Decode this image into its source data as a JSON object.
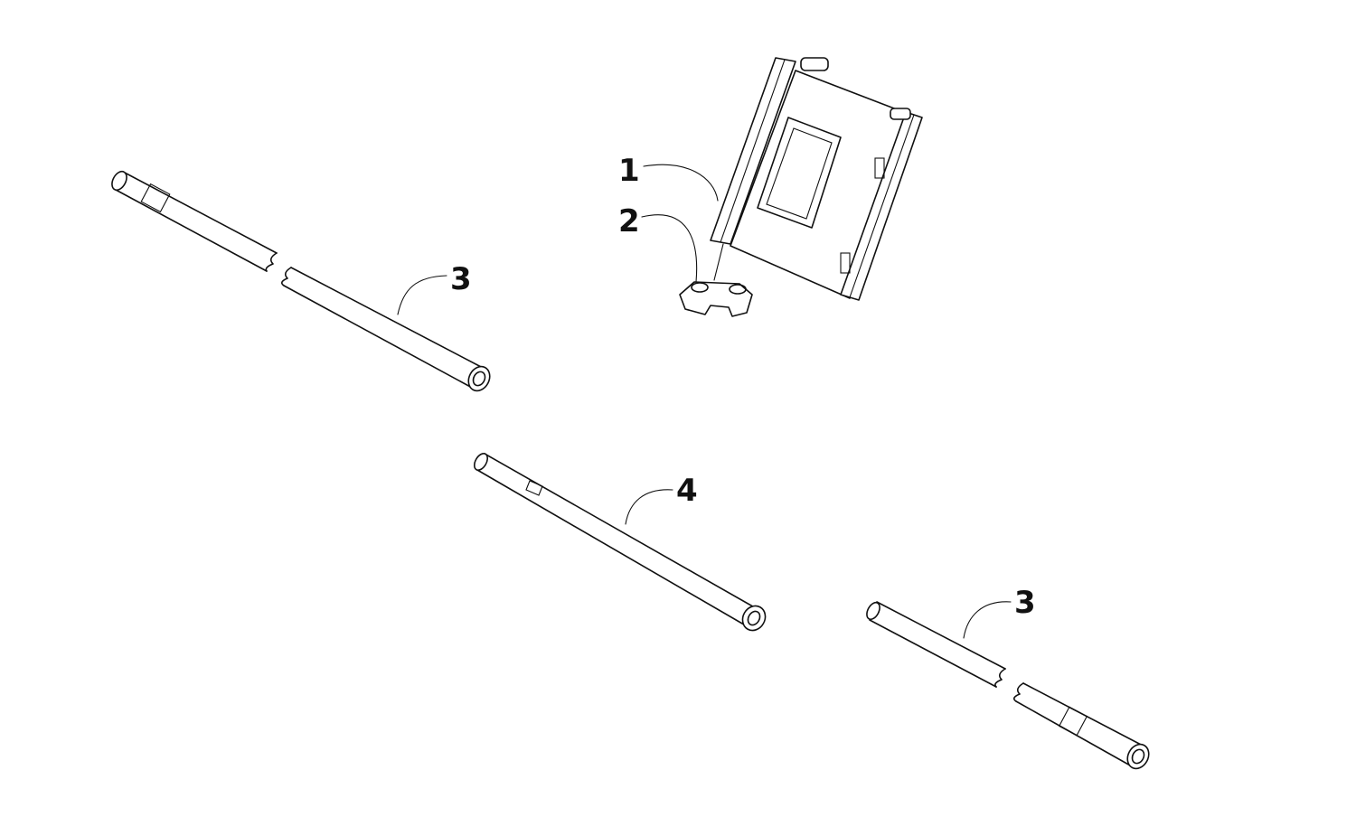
{
  "callouts": [
    {
      "id": "1",
      "text": "1"
    },
    {
      "id": "2",
      "text": "2"
    },
    {
      "id": "3a",
      "text": "3"
    },
    {
      "id": "4",
      "text": "4"
    },
    {
      "id": "3b",
      "text": "3"
    }
  ]
}
